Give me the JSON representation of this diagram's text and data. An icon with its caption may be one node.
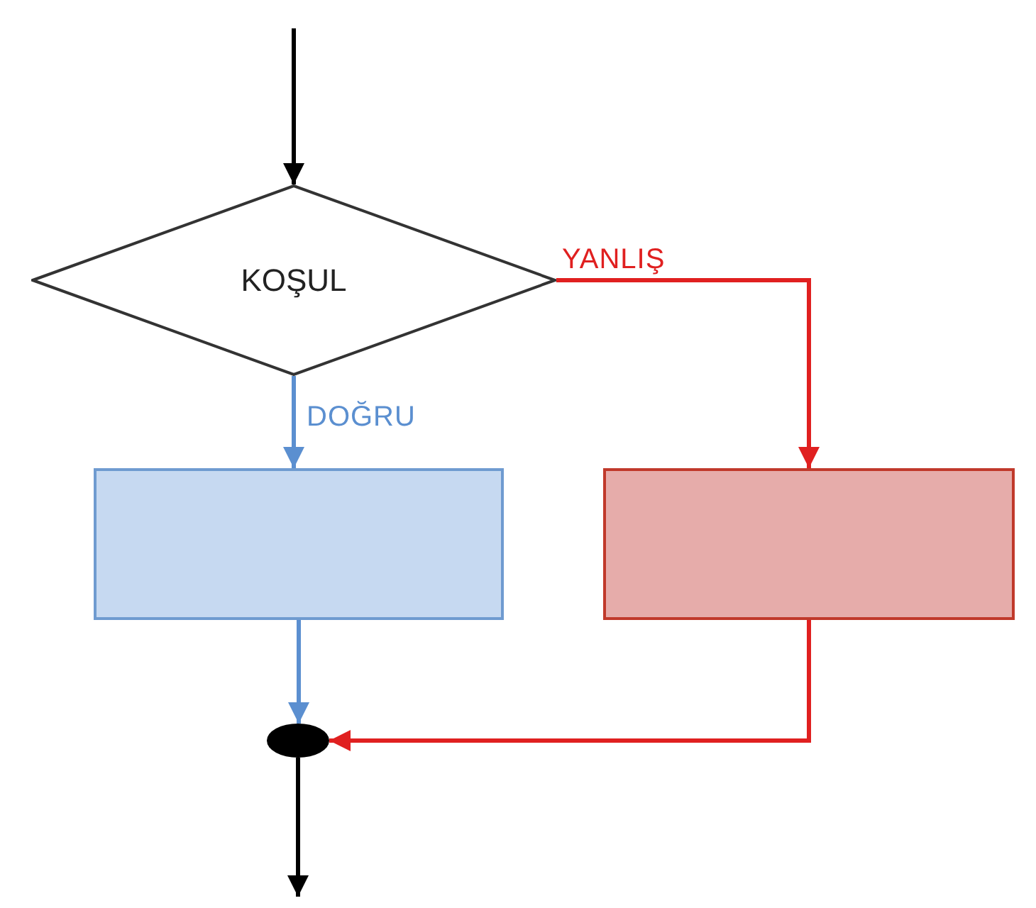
{
  "diagram": {
    "nodes": [
      {
        "text": [
          "KOŞUL"
        ]
      },
      {
        "text": [],
        "shape": "box"
      },
      {
        "text": [],
        "shape": "box"
      },
      {
        "text": [],
        "shape": "circle"
      }
    ],
    "edges": [
      {
        "from": null,
        "to": 0,
        "arrow": "to"
      },
      {
        "from": 0,
        "to": 1,
        "arrow": "to",
        "label": "DOĞRU",
        "color": "#5b8fd0"
      },
      {
        "from": 0,
        "to": 2,
        "arrow": "to",
        "label": "YANLIŞ",
        "color": "#e02020"
      },
      {
        "from": 1,
        "to": 3,
        "arrow": "to",
        "color": "#5b8fd0"
      },
      {
        "from": 2,
        "to": 3,
        "arrow": "to",
        "color": "#e02020"
      },
      {
        "from": 3,
        "to": null,
        "arrow": "to"
      }
    ]
  }
}
